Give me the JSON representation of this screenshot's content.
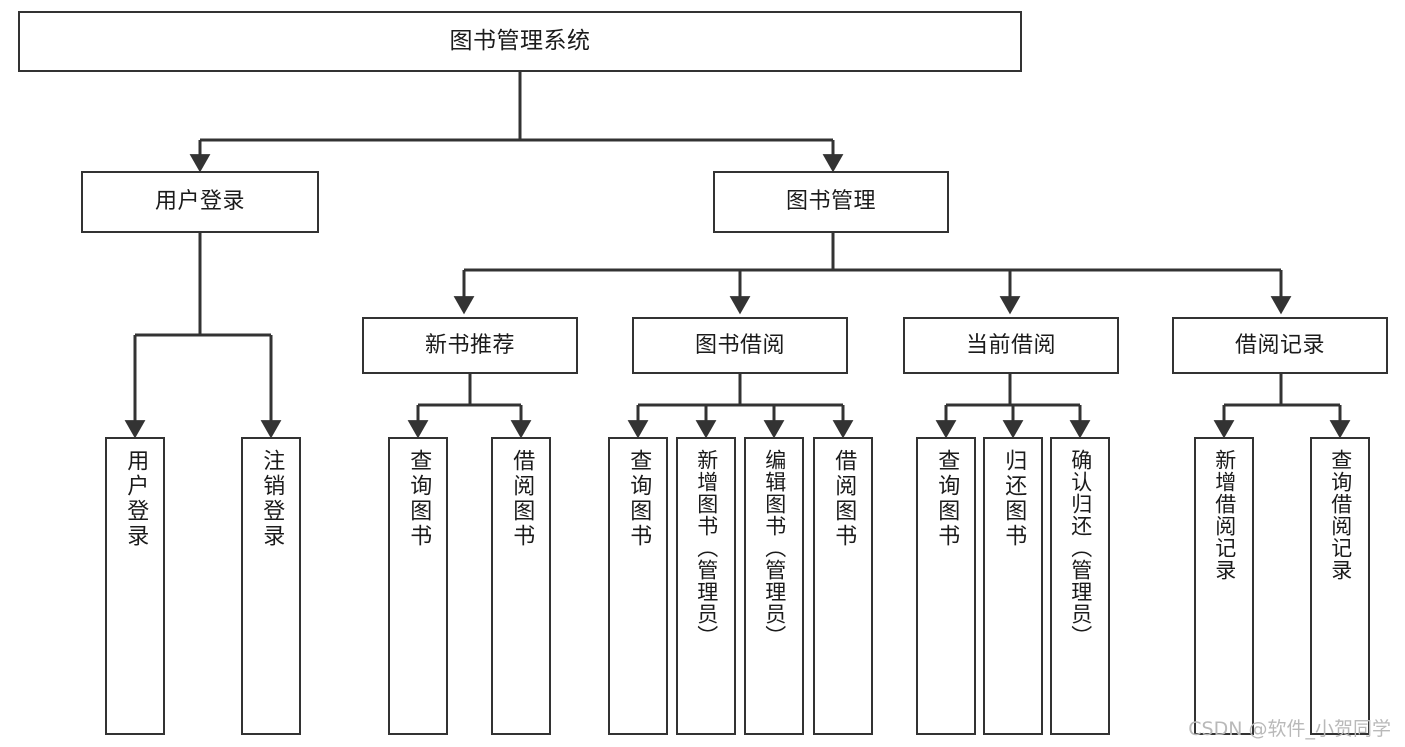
{
  "diagram": {
    "title": "图书管理系统",
    "type": "tree-hierarchy-chart",
    "colors": {
      "box_border": "#333333",
      "box_fill": "#ffffff",
      "connector": "#333333",
      "background": "#ffffff",
      "watermark": "#b9b9b9"
    },
    "nodes": {
      "root": {
        "label": "图书管理系统"
      },
      "level1": [
        {
          "label": "用户登录"
        },
        {
          "label": "图书管理"
        }
      ],
      "level2": [
        {
          "label": "新书推荐"
        },
        {
          "label": "图书借阅"
        },
        {
          "label": "当前借阅"
        },
        {
          "label": "借阅记录"
        }
      ],
      "leaves": {
        "user_login": [
          {
            "label": "用户登录"
          },
          {
            "label": "注销登录"
          }
        ],
        "new_book_recommend": [
          {
            "label": "查询图书"
          },
          {
            "label": "借阅图书"
          }
        ],
        "book_borrow": [
          {
            "label": "查询图书"
          },
          {
            "label": "新增图书（管理员）"
          },
          {
            "label": "编辑图书（管理员）"
          },
          {
            "label": "借阅图书"
          }
        ],
        "current_borrow": [
          {
            "label": "查询图书"
          },
          {
            "label": "归还图书"
          },
          {
            "label": "确认归还（管理员）"
          }
        ],
        "borrow_record": [
          {
            "label": "新增借阅记录"
          },
          {
            "label": "查询借阅记录"
          }
        ]
      }
    },
    "watermark": "CSDN @软件_小贺同学"
  }
}
